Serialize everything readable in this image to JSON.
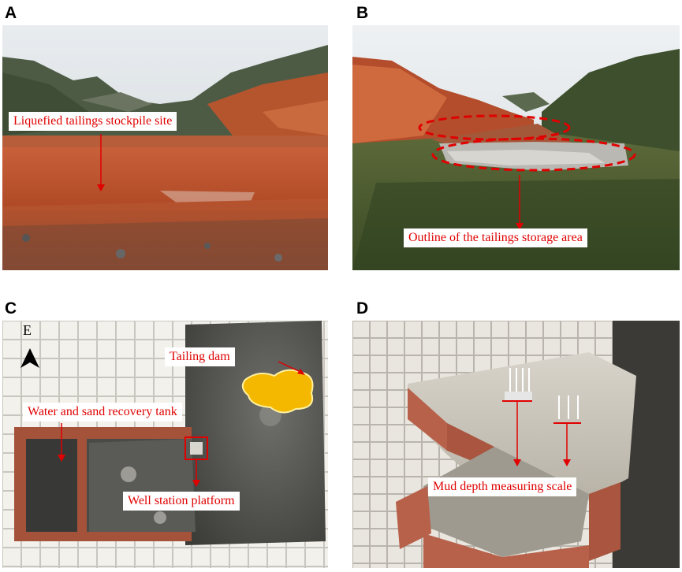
{
  "panels": {
    "A": {
      "letter": "A",
      "label": "Liquefied tailings stockpile site"
    },
    "B": {
      "letter": "B",
      "label": "Outline of the tailings storage area"
    },
    "C": {
      "letter": "C",
      "compass": "E",
      "labels": {
        "tailing_dam": "Tailing dam",
        "recovery_tank": "Water and sand recovery tank",
        "well_station": "Well station platform"
      }
    },
    "D": {
      "letter": "D",
      "label": "Mud depth measuring scale"
    }
  },
  "colors": {
    "annotation": "#e00000",
    "tailing_dam_fill": "#f5b800"
  }
}
